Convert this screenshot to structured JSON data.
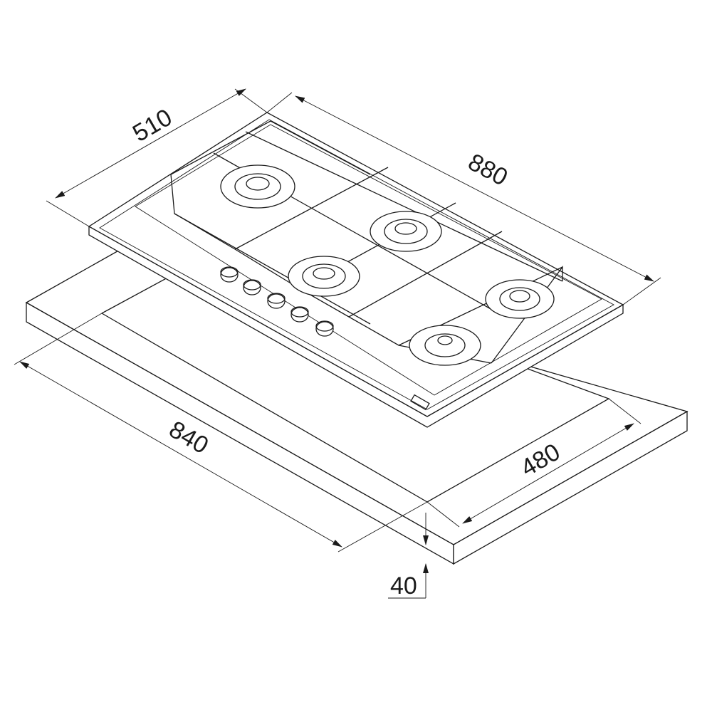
{
  "dimensions": {
    "depth_overall": "510",
    "width_overall": "880",
    "cutout_width": "840",
    "cutout_depth": "480",
    "thickness": "40"
  },
  "burners": 5,
  "knobs": 5
}
